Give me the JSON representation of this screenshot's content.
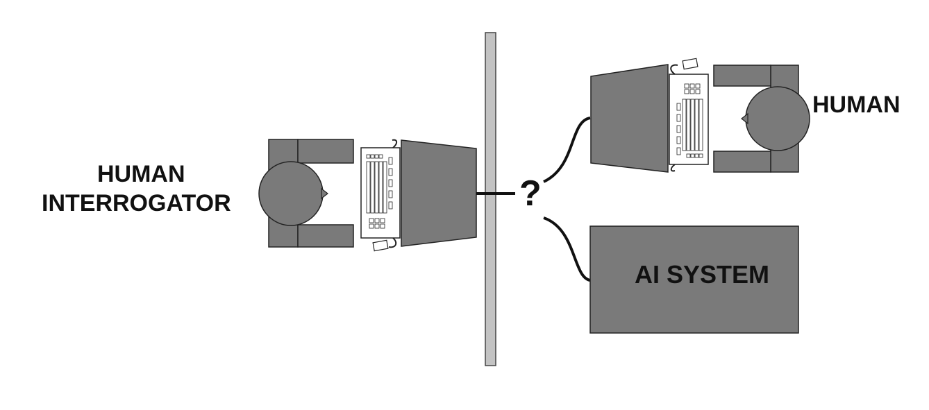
{
  "labels": {
    "interrogator_line1": "HUMAN",
    "interrogator_line2": "INTERROGATOR",
    "human": "HUMAN",
    "ai_system": "AI SYSTEM",
    "question": "?"
  },
  "colors": {
    "fill_gray": "#7a7a7a",
    "wall_gray": "#c3c3c3",
    "outline": "#222222",
    "paper": "#ffffff"
  }
}
